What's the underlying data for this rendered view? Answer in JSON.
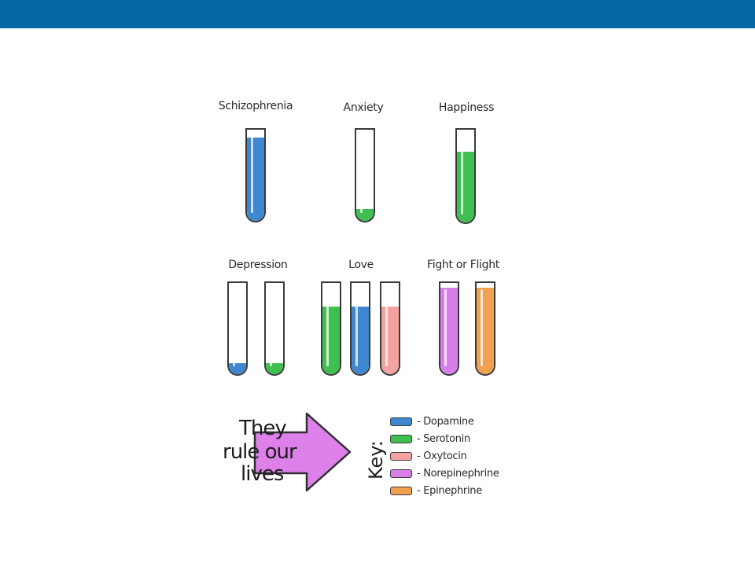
{
  "conditions": [
    {
      "label": "Schizophrenia",
      "tubes": [
        {
          "neurotransmitter": "Dopamine",
          "level": 0.9
        }
      ]
    },
    {
      "label": "Anxiety",
      "tubes": [
        {
          "neurotransmitter": "Serotonin",
          "level": 0.13
        }
      ]
    },
    {
      "label": "Happiness",
      "tubes": [
        {
          "neurotransmitter": "Serotonin",
          "level": 0.75
        }
      ]
    },
    {
      "label": "Depression",
      "tubes": [
        {
          "neurotransmitter": "Dopamine",
          "level": 0.12
        },
        {
          "neurotransmitter": "Serotonin",
          "level": 0.12
        }
      ]
    },
    {
      "label": "Love",
      "tubes": [
        {
          "neurotransmitter": "Serotonin",
          "level": 0.73
        },
        {
          "neurotransmitter": "Dopamine",
          "level": 0.73
        },
        {
          "neurotransmitter": "Oxytocin",
          "level": 0.73
        }
      ]
    },
    {
      "label": "Fight or Flight",
      "tubes": [
        {
          "neurotransmitter": "Norepinephrine",
          "level": 0.93
        },
        {
          "neurotransmitter": "Epinephrine",
          "level": 0.93
        }
      ]
    }
  ],
  "arrow": {
    "line1": "They",
    "line2": "rule our",
    "line3": "lives",
    "color": "#dd80ea"
  },
  "key": {
    "title": "Key:",
    "items": [
      {
        "label": "- Dopamine",
        "color": "#3f87d0"
      },
      {
        "label": "- Serotonin",
        "color": "#3fbf50"
      },
      {
        "label": "- Oxytocin",
        "color": "#f4a1a1"
      },
      {
        "label": "- Norepinephrine",
        "color": "#d77ee8"
      },
      {
        "label": "- Epinephrine",
        "color": "#f0a04e"
      }
    ]
  },
  "colors": {
    "header_bar": "#0767a6"
  }
}
